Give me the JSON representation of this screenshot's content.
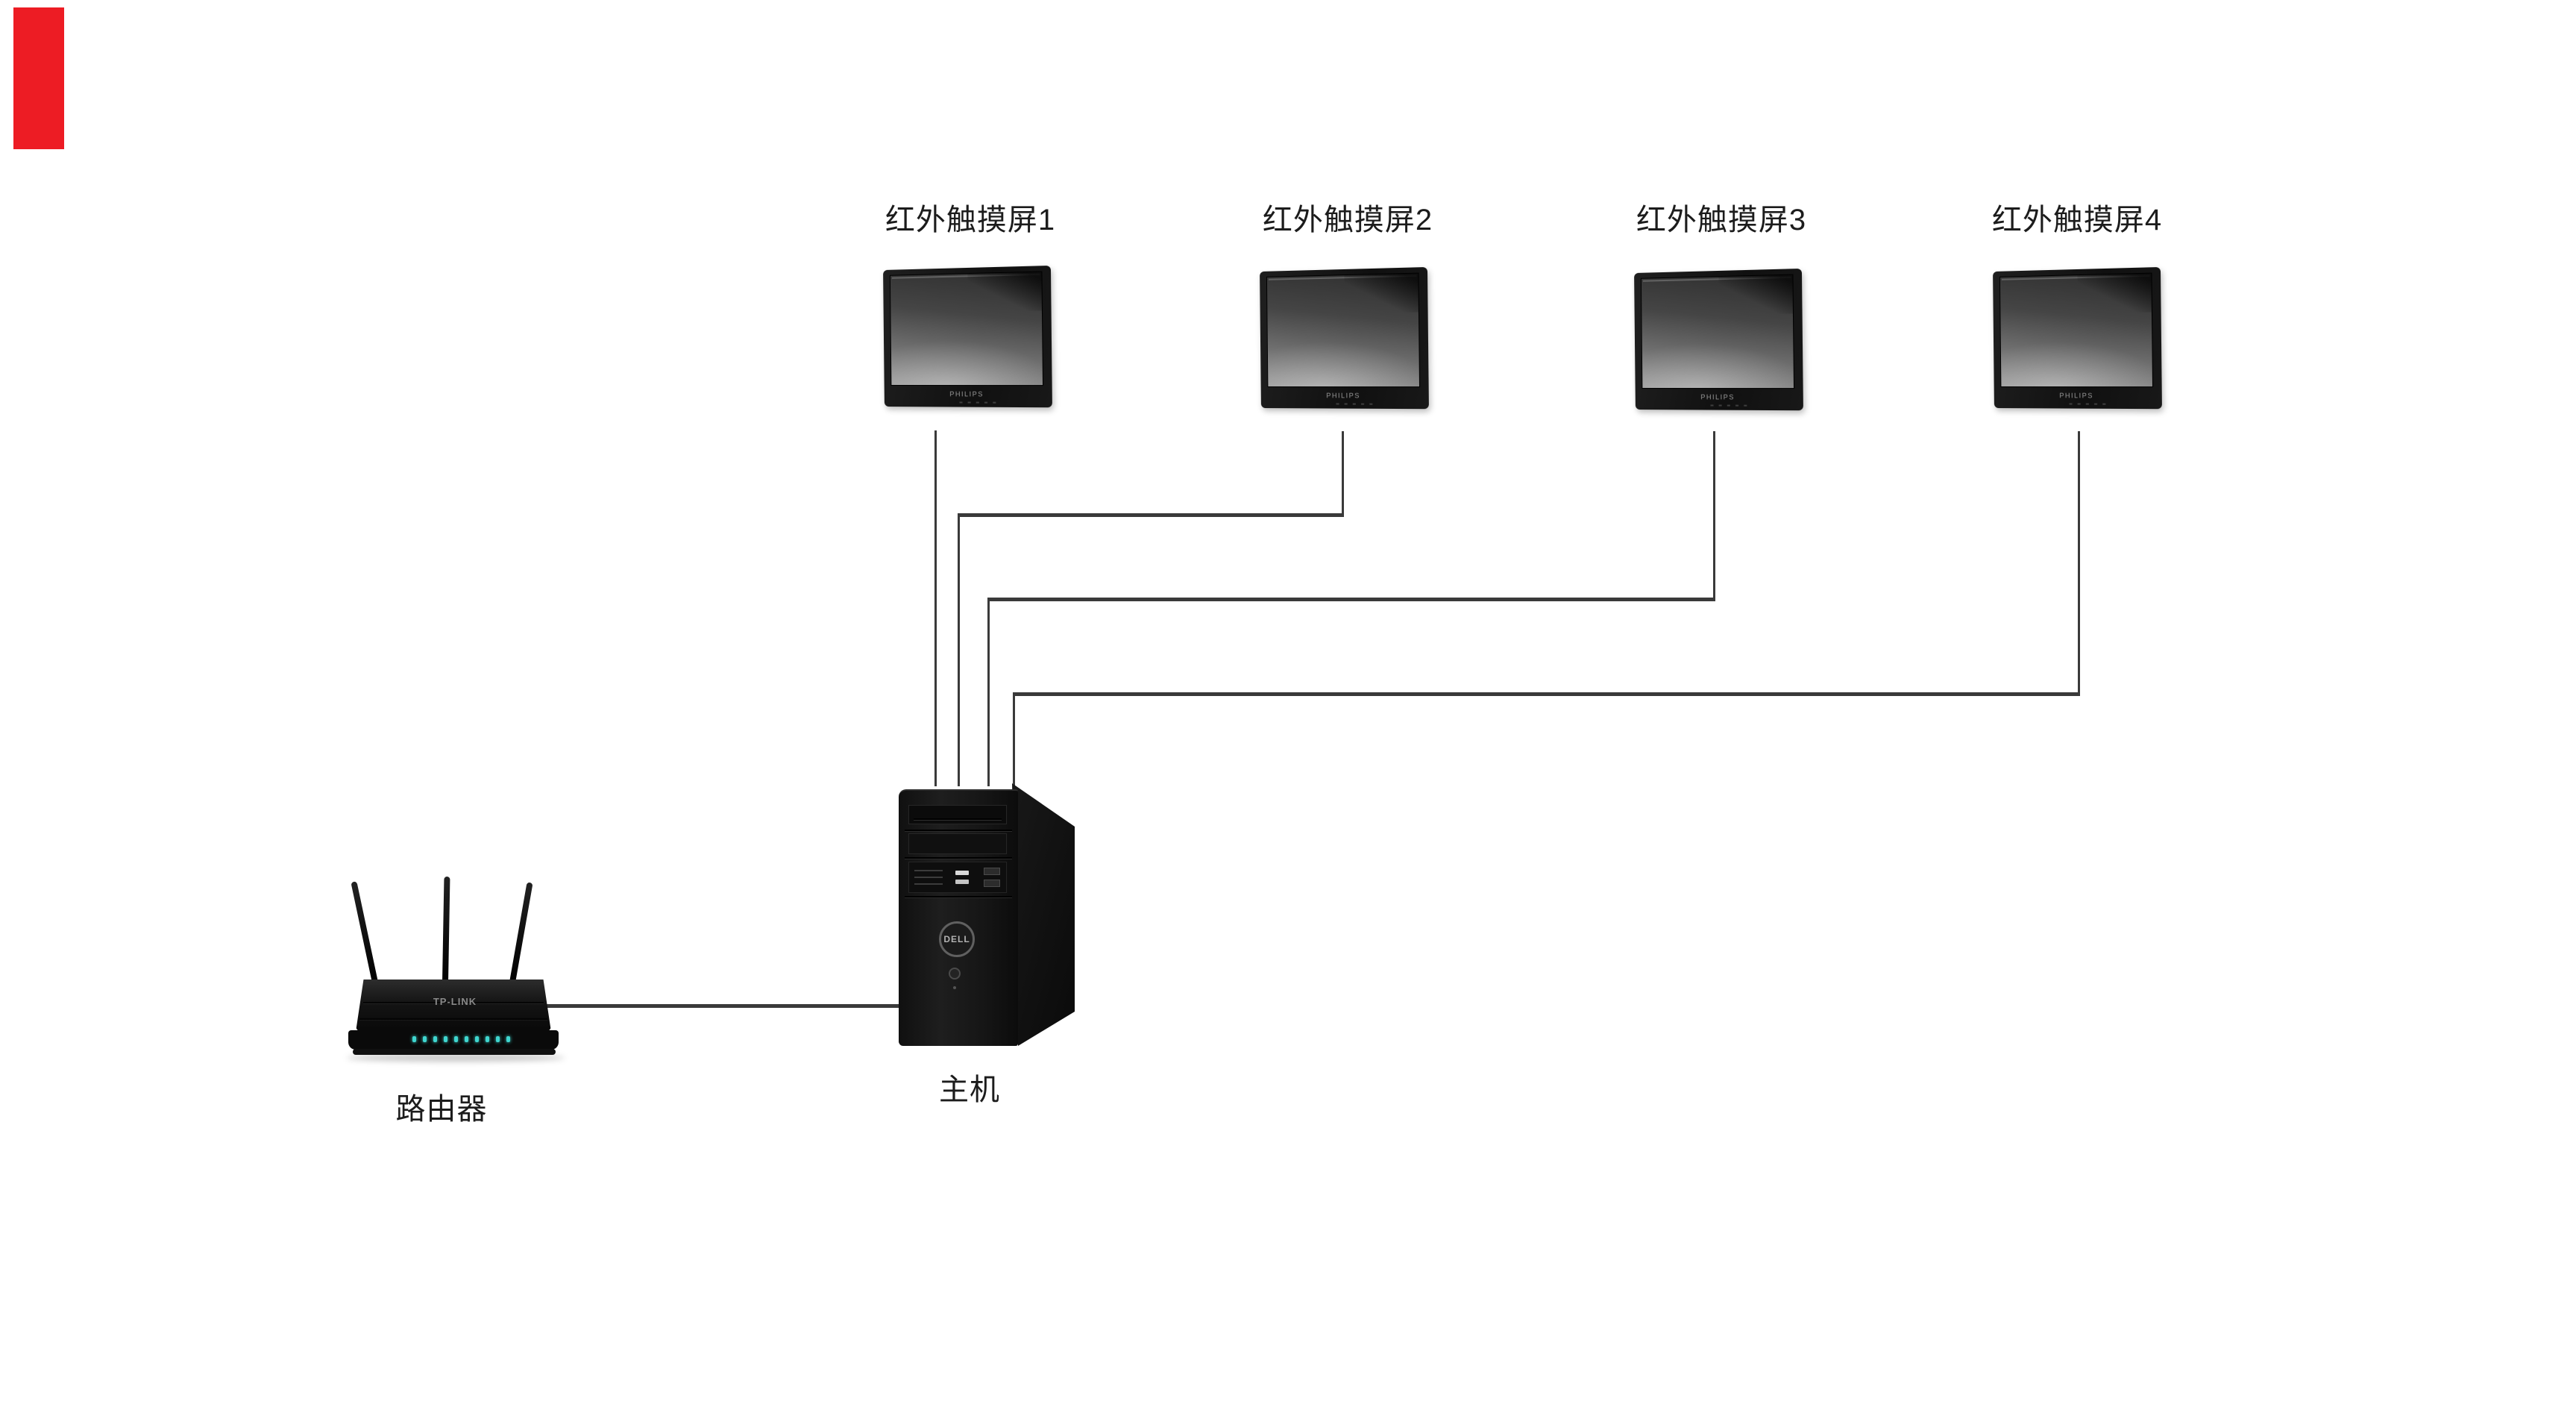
{
  "page": {
    "background": "#ffffff"
  },
  "annotation": {
    "red_mark_color": "#ed1c24"
  },
  "diagram": {
    "line_color": "#3a3a3a",
    "label_color": "#1c1c1c",
    "monitors": [
      {
        "label": "红外触摸屏1",
        "brand": "PHILIPS"
      },
      {
        "label": "红外触摸屏2",
        "brand": "PHILIPS"
      },
      {
        "label": "红外触摸屏3",
        "brand": "PHILIPS"
      },
      {
        "label": "红外触摸屏4",
        "brand": "PHILIPS"
      }
    ],
    "host": {
      "label": "主机",
      "brand": "DELL"
    },
    "router": {
      "label": "路由器",
      "brand": "TP-LINK",
      "led_color": "#3fd6cf"
    }
  }
}
